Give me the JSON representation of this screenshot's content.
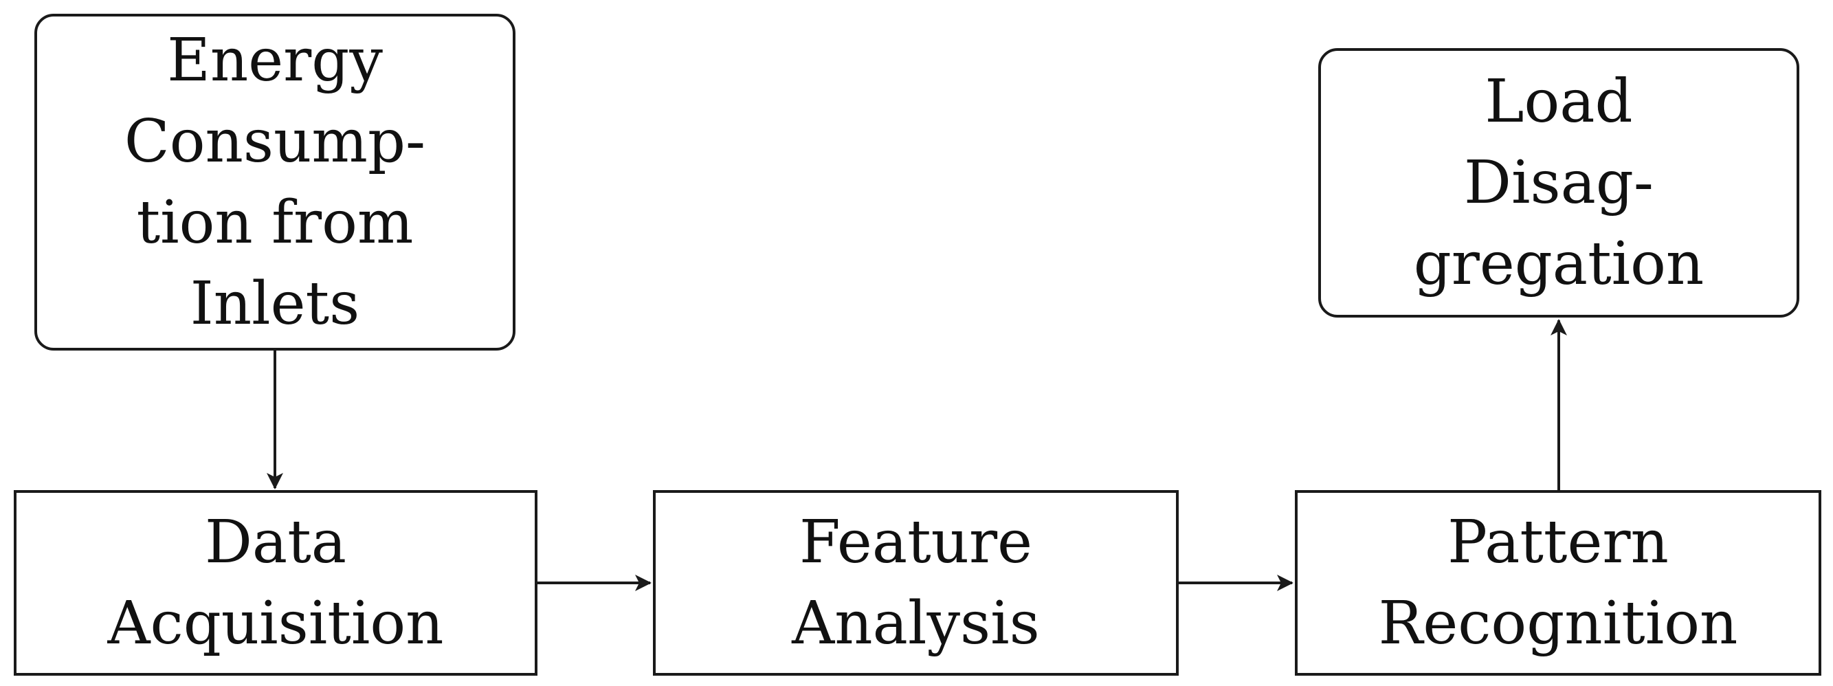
{
  "diagram": {
    "nodes": [
      {
        "id": "energy",
        "shape": "rounded",
        "lines": [
          "Energy",
          "Consump-",
          "tion from",
          "Inlets"
        ]
      },
      {
        "id": "data",
        "shape": "rect",
        "lines": [
          "Data",
          "Acquisition"
        ]
      },
      {
        "id": "feature",
        "shape": "rect",
        "lines": [
          "Feature",
          "Analysis"
        ]
      },
      {
        "id": "pattern",
        "shape": "rect",
        "lines": [
          "Pattern",
          "Recognition"
        ]
      },
      {
        "id": "load",
        "shape": "rounded",
        "lines": [
          "Load",
          "Disag-",
          "gregation"
        ]
      }
    ],
    "edges": [
      {
        "from": "energy",
        "to": "data"
      },
      {
        "from": "data",
        "to": "feature"
      },
      {
        "from": "feature",
        "to": "pattern"
      },
      {
        "from": "pattern",
        "to": "load"
      }
    ]
  }
}
